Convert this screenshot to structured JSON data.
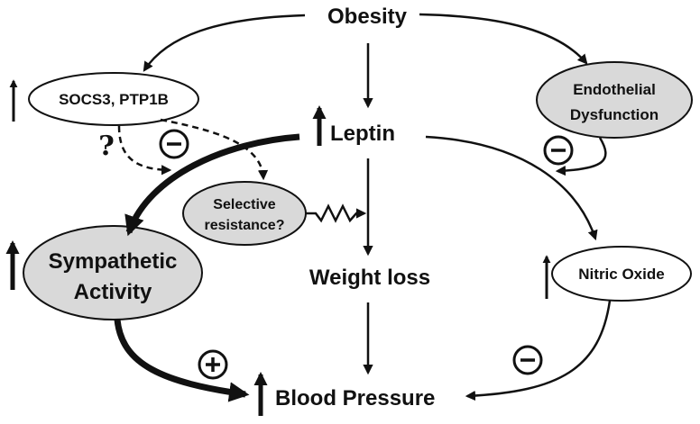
{
  "nodes": {
    "obesity": "Obesity",
    "leptin": "Leptin",
    "socs3": "SOCS3, PTP1B",
    "endothelial_line1": "Endothelial",
    "endothelial_line2": "Dysfunction",
    "selective_line1": "Selective",
    "selective_line2": "resistance?",
    "sympathetic_line1": "Sympathetic",
    "sympathetic_line2": "Activity",
    "weight_loss": "Weight loss",
    "nitric_oxide": "Nitric Oxide",
    "blood_pressure": "Blood Pressure"
  },
  "signs": {
    "inhibit": "−",
    "stimulate": "+",
    "question": "?"
  },
  "colors": {
    "ellipse_gray_fill": "#d9d9d9",
    "ellipse_white_fill": "#ffffff",
    "stroke": "#111111"
  }
}
